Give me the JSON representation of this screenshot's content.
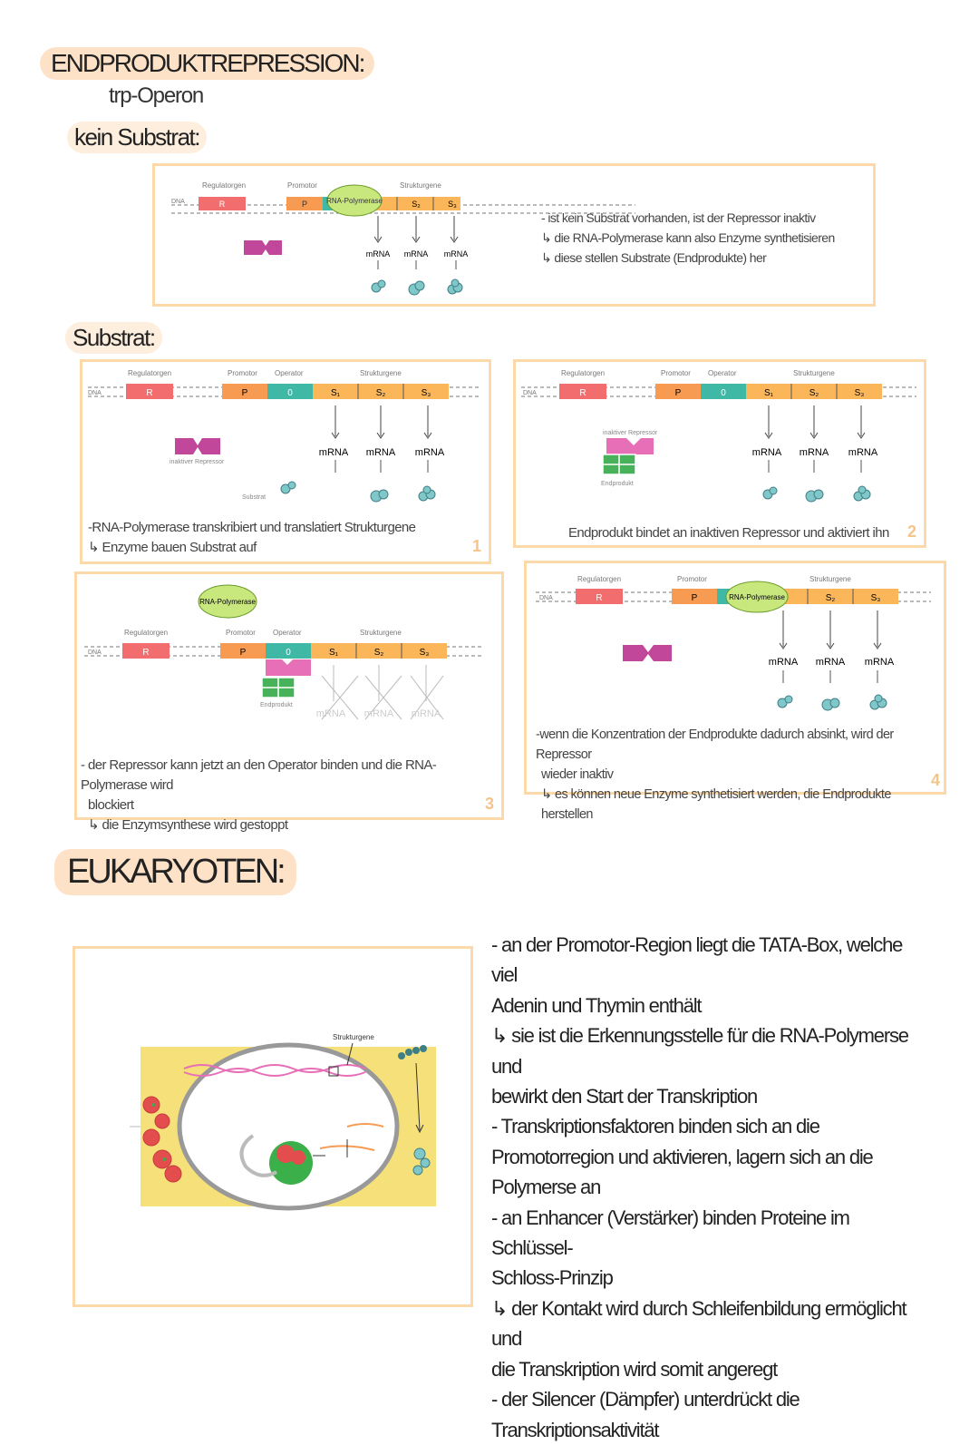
{
  "headings": {
    "main": "ENDPRODUKTREPRESSION:",
    "operon": "trp-Operon",
    "no_substrate": "kein Substrat:",
    "substrate": "Substrat:",
    "eukaryotes": "EUKARYOTEN:"
  },
  "labels": {
    "dna": "DNA",
    "regulatorgen": "Regulatorgen",
    "promotor": "Promotor",
    "operator": "Operator",
    "strukturgene": "Strukturgene",
    "r": "R",
    "p": "P",
    "o": "0",
    "s1": "S₁",
    "s2": "S₂",
    "s3": "S₃",
    "mrna": "mRNA",
    "rna_polymerase": "RNA-Polymerase",
    "inaktiver_repressor": "inaktiver Repressor",
    "substrat": "Substrat",
    "endprodukt": "Endprodukt"
  },
  "panels": {
    "top_note": [
      "- ist kein Substrat vorhanden, ist der Repressor inaktiv",
      "↳ die RNA-Polymerase kann also Enzyme synthetisieren",
      "↳ diese stellen Substrate (Endprodukte) her"
    ],
    "p1_note": [
      "-RNA-Polymerase transkribiert und translatiert Strukturgene",
      "↳ Enzyme bauen Substrat auf"
    ],
    "p1_num": "1",
    "p2_note": "Endprodukt bindet an inaktiven Repressor und aktiviert ihn",
    "p2_num": "2",
    "p3_note": [
      "- der Repressor kann jetzt an den Operator binden und die RNA-Polymerase wird",
      "blockiert",
      "↳ die Enzymsynthese wird gestoppt"
    ],
    "p3_num": "3",
    "p4_note": [
      "-wenn die Konzentration der Endprodukte dadurch absinkt, wird der Repressor",
      "wieder inaktiv",
      "↳ es können neue Enzyme synthetisiert werden, die Endprodukte herstellen"
    ],
    "p4_num": "4"
  },
  "eukaryoten": {
    "diagram_label": "Strukturgene",
    "lines": [
      "- an der Promotor-Region liegt die TATA-Box, welche viel",
      "Adenin und Thymin enthält",
      "↳ sie ist die Erkennungsstelle für die RNA-Polymerse und",
      "bewirkt den Start der Transkription",
      "- Transkriptionsfaktoren binden sich an die",
      "Promotorregion und aktivieren, lagern sich an die",
      "Polymerse an",
      "- an Enhancer (Verstärker) binden Proteine im Schlüssel-",
      "Schloss-Prinzip",
      "↳ der Kontakt wird durch Schleifenbildung ermöglicht und",
      "die Transkription wird somit angeregt",
      "- der Silencer (Dämpfer) unterdrückt die",
      "Transkriptionsaktivität"
    ]
  },
  "colors": {
    "accent_highlight": "#fde2c8",
    "box_border": "#fbd9a8",
    "regulator_red": "#f26d6d",
    "promotor_orange": "#f79a52",
    "operator_teal": "#3fb8a6",
    "struktur_orange": "#fbb65a",
    "polymerase_green": "#c8e77d",
    "repressor_magenta": "#c0479a",
    "endprodukt_green": "#48b25a"
  }
}
